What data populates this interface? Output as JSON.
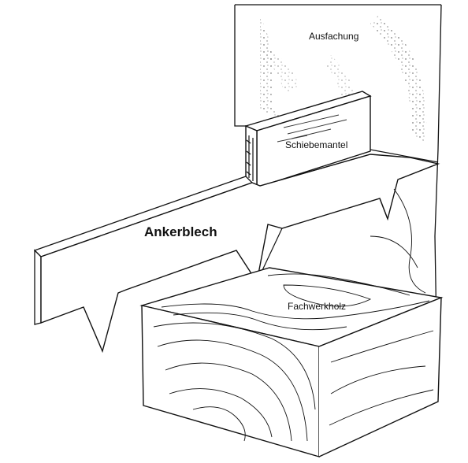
{
  "labels": {
    "infill": "Ausfachung",
    "sliding_sheath": "Schiebemantel",
    "anchor_plate": "Ankerblech",
    "timber": "Fachwerkholz"
  }
}
